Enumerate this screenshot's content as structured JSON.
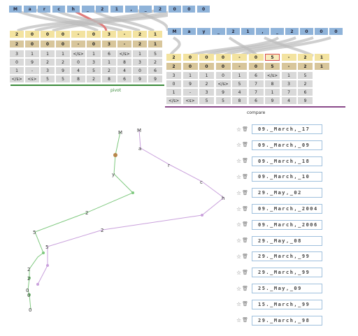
{
  "pivot": {
    "top_chars": [
      "M",
      "a",
      "r",
      "c",
      "h",
      "_",
      "2",
      "1",
      ",",
      "_",
      "2",
      "0",
      "0",
      "0"
    ],
    "row_yellow": [
      "2",
      "0",
      "0",
      "0",
      "-",
      "0",
      "3",
      "-",
      "2",
      "1"
    ],
    "row_tan": [
      "2",
      "0",
      "0",
      "0",
      "-",
      "0",
      "3",
      "-",
      "2",
      "1"
    ],
    "grid": [
      [
        "3",
        "1",
        "1",
        "1",
        "</s>",
        "1",
        "6",
        "</s>",
        "1",
        "5"
      ],
      [
        "0",
        "9",
        "2",
        "2",
        "0",
        "3",
        "1",
        "8",
        "3",
        "2"
      ],
      [
        "1",
        "-",
        "3",
        "9",
        "4",
        "5",
        "2",
        "4",
        "0",
        "6"
      ],
      [
        "</s>",
        "<s>",
        "5",
        "5",
        "8",
        "2",
        "8",
        "6",
        "9",
        "9"
      ]
    ],
    "caption": "pivot",
    "accent": "#3a8a3a"
  },
  "compare": {
    "top_chars": [
      "M",
      "a",
      "y",
      "_",
      "2",
      "1",
      ",",
      "_",
      "2",
      "0",
      "0",
      "0"
    ],
    "row_yellow": [
      "2",
      "0",
      "0",
      "0",
      "-",
      "0",
      "5",
      "-",
      "2",
      "1"
    ],
    "row_tan": [
      "2",
      "0",
      "0",
      "0",
      "-",
      "0",
      "5",
      "-",
      "2",
      "1"
    ],
    "grid": [
      [
        "3",
        "1",
        "1",
        "0",
        "1",
        "6",
        "</s>",
        "1",
        "5"
      ],
      [
        "0",
        "9",
        "2",
        "</s>",
        "5",
        "7",
        "8",
        "3",
        "2"
      ],
      [
        "1",
        "-",
        "3",
        "9",
        "4",
        "7",
        "1",
        "7",
        "6"
      ],
      [
        "</s>",
        "<s>",
        "5",
        "5",
        "8",
        "6",
        "9",
        "4",
        "9"
      ]
    ],
    "caption": "compare",
    "accent": "#8a4a8a"
  },
  "paths": {
    "green_labels": [
      "M",
      "y",
      "2",
      "5",
      "2",
      "2",
      "0",
      "0",
      "0"
    ],
    "purple_labels": [
      "M",
      "a",
      "r",
      "c",
      "h",
      "2",
      "5"
    ],
    "green_color": "#7fc97f",
    "purple_color": "#c9a0dc"
  },
  "list": {
    "items": [
      "09._March,_17",
      "09._March,_09",
      "09._March,_18",
      "09._March,_10",
      "29._May,_02",
      "09._March,_2004",
      "09._March,_2006",
      "29._May,_08",
      "29._March,_99",
      "29._March,_99",
      "25._May,_09",
      "15._March,_99",
      "29._March,_98"
    ],
    "icons": [
      "star-icon",
      "trash-icon"
    ]
  }
}
